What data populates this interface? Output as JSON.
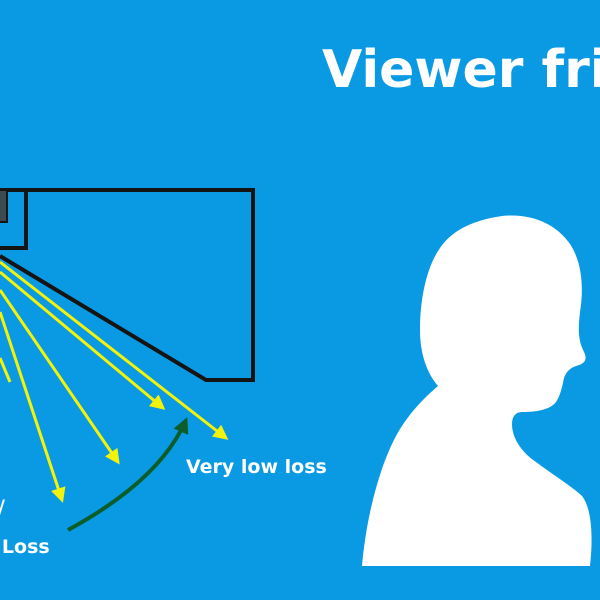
{
  "title": "Viewer fri",
  "labels": {
    "very_low_loss": "Very low loss",
    "loss": "s Loss",
    "fragment": "/"
  },
  "colors": {
    "background": "#0a9ae3",
    "light_ray": "#f3f20a",
    "curved_arrow": "#0b5e2c",
    "panel_outline": "#141414",
    "silhouette": "#ffffff"
  },
  "icons": {
    "viewer": "person-head-silhouette-icon"
  }
}
